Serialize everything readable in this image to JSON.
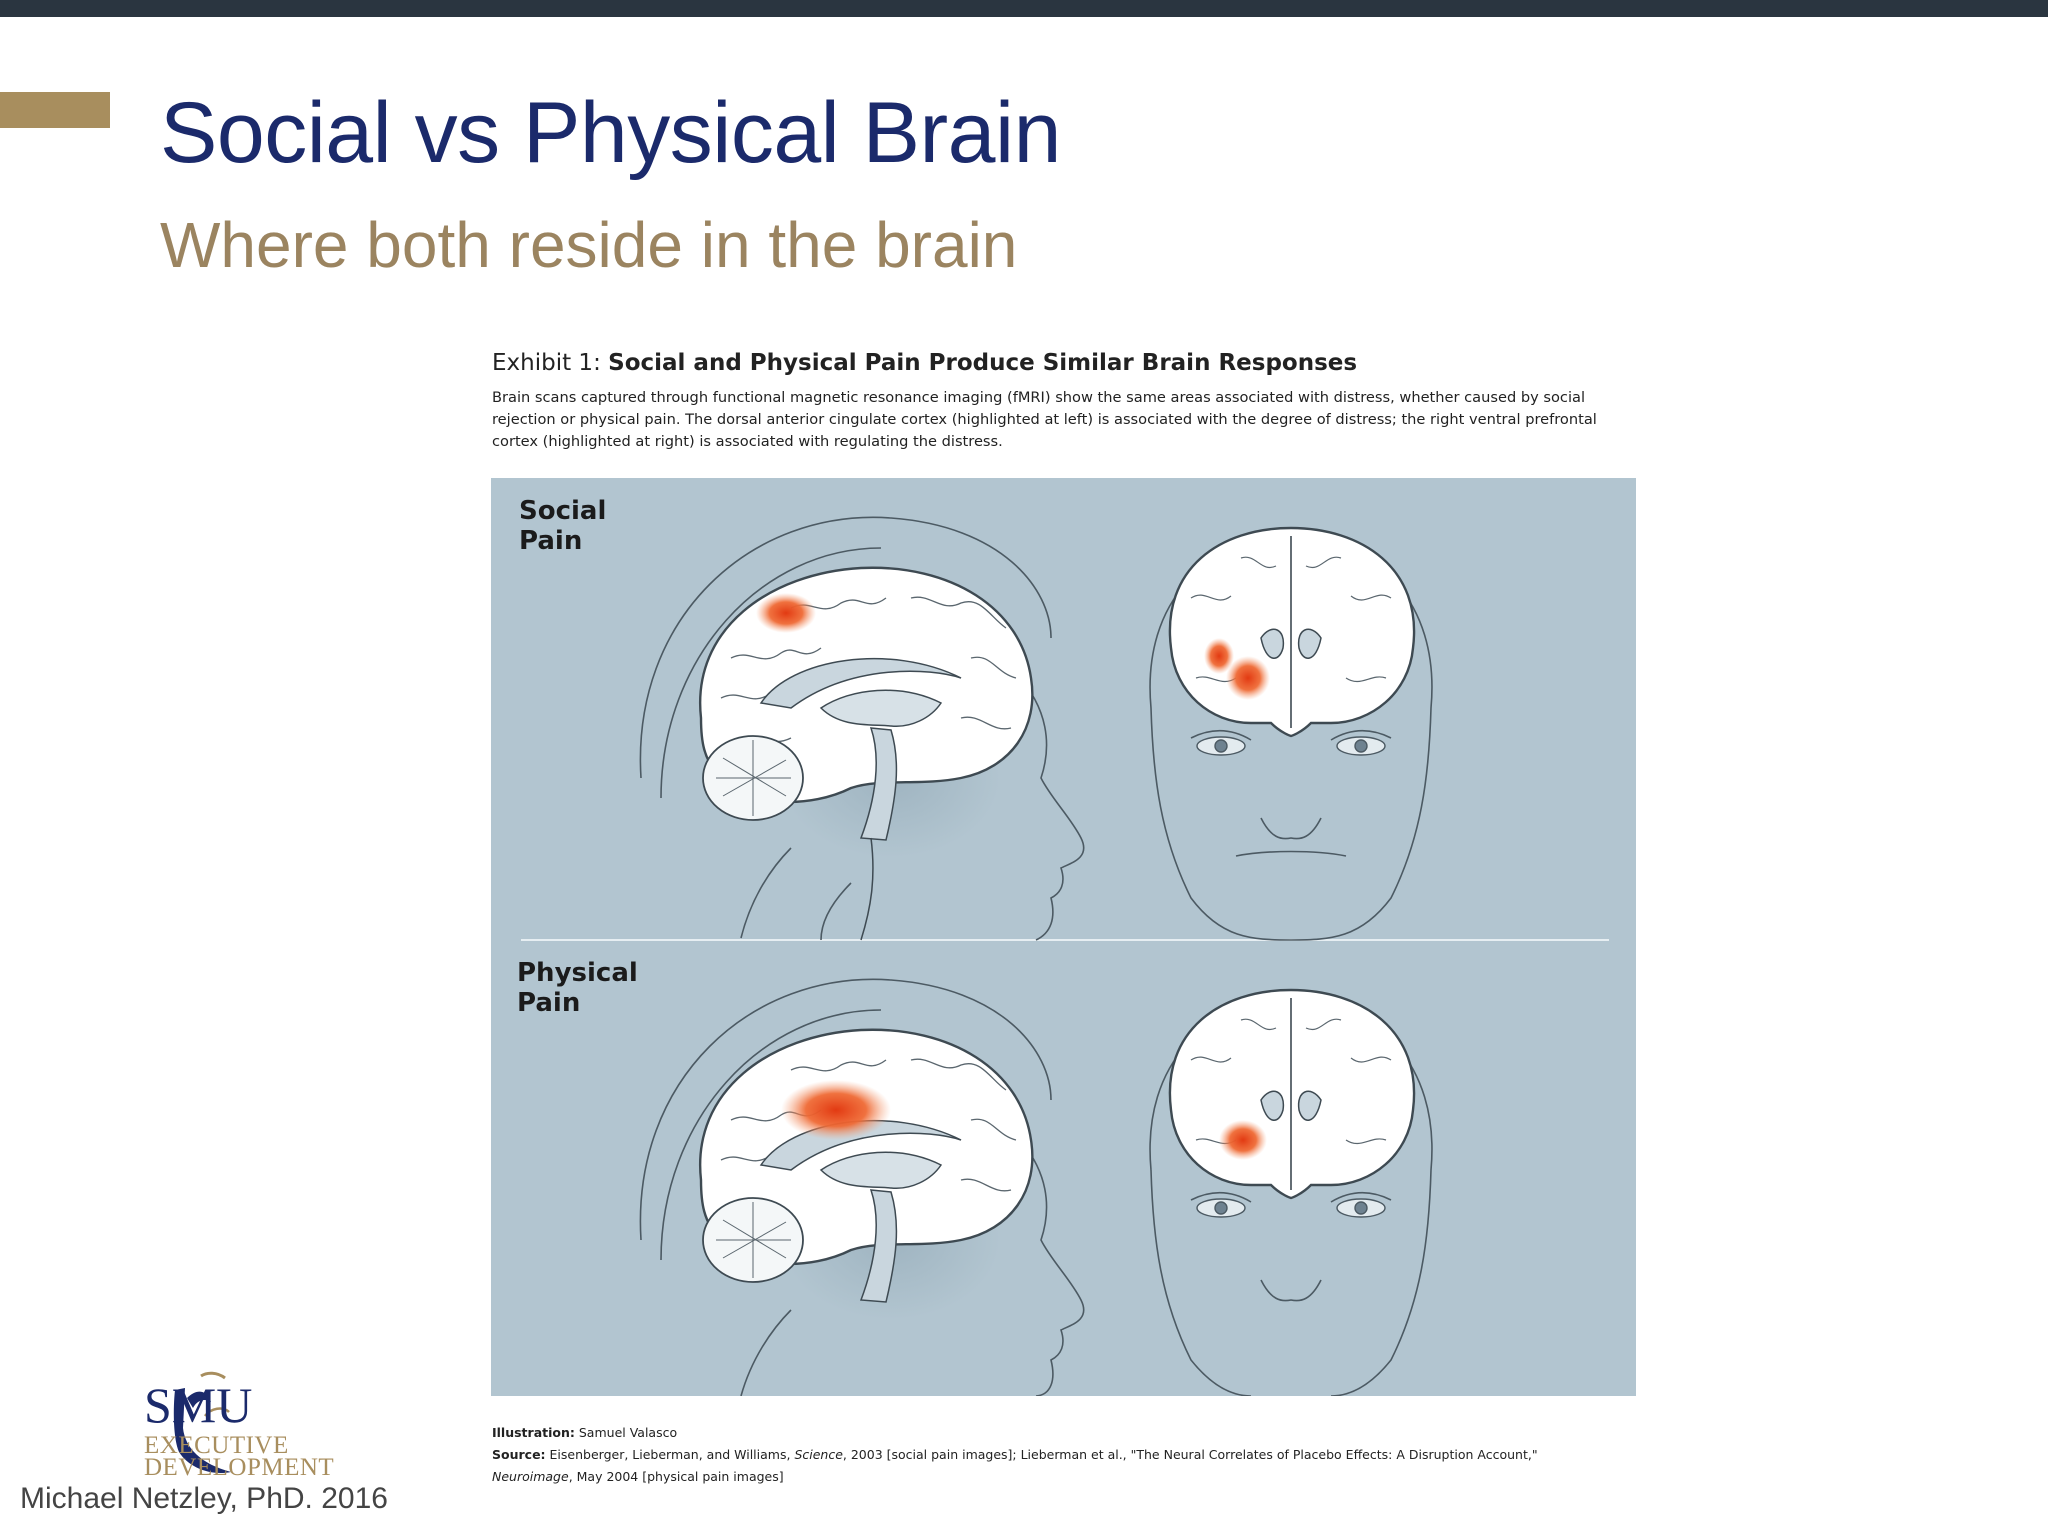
{
  "slide": {
    "title": "Social vs Physical Brain",
    "subtitle": "Where both reside in the brain"
  },
  "exhibit": {
    "label": "Exhibit 1:",
    "heading": "Social and Physical Pain Produce Similar Brain Responses",
    "description": "Brain scans captured through functional magnetic resonance imaging (fMRI) show the same areas associated with distress, whether caused by social rejection or physical pain. The dorsal anterior cingulate cortex (highlighted at left) is associated with the degree of distress; the right ventral prefrontal cortex (highlighted at right) is associated with regulating the distress.",
    "panels": [
      {
        "label_line1": "Social",
        "label_line2": "Pain"
      },
      {
        "label_line1": "Physical",
        "label_line2": "Pain"
      }
    ],
    "credits": {
      "illustration_label": "Illustration:",
      "illustration_text": "Samuel Valasco",
      "source_label": "Source:",
      "source_text_1": "Eisenberger, Lieberman, and Williams, ",
      "source_journal_1": "Science",
      "source_text_2": ", 2003 [social pain images]; Lieberman et al., \"The Neural Correlates of Placebo Effects: A Disruption Account,\"",
      "source_journal_2": "Neuroimage",
      "source_text_3": ", May 2004 [physical pain images]"
    }
  },
  "branding": {
    "logo_name": "SMU",
    "logo_line1": "EXECUTIVE",
    "logo_line2": "DEVELOPMENT",
    "author": "Michael Netzley, PhD.  2016"
  },
  "colors": {
    "title": "#1b2a6b",
    "subtitle": "#9b8460",
    "accent": "#a88e5e",
    "topbar": "#2a3540",
    "figure_bg": "#b2c5d0",
    "highlight": "#e8501e"
  }
}
